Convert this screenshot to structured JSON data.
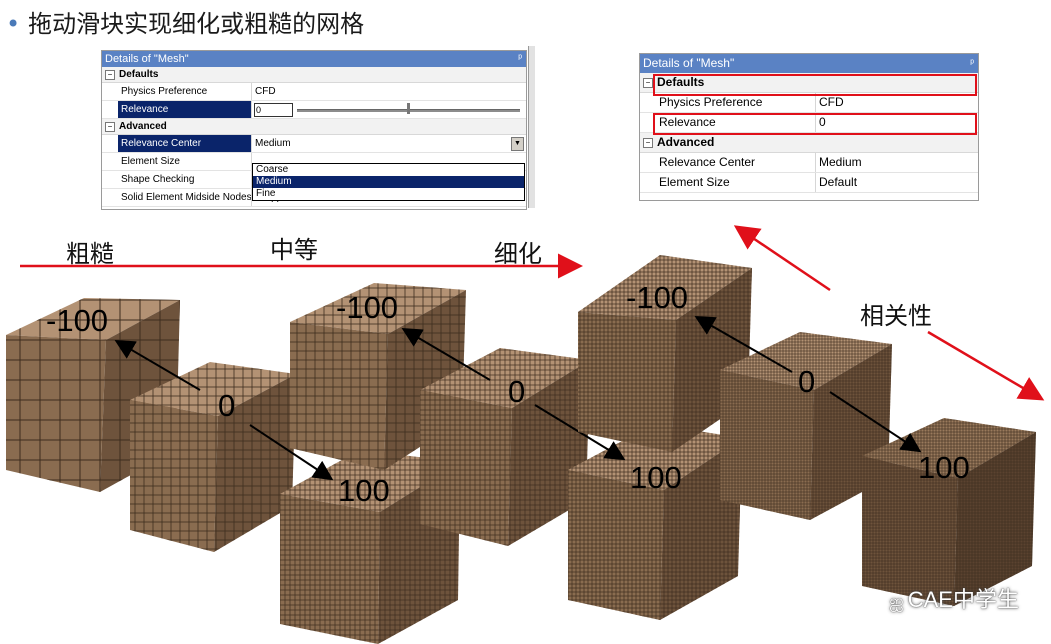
{
  "heading": {
    "bullet": "•",
    "text": "拖动滑块实现细化或粗糙的网格"
  },
  "panel_left": {
    "title": "Details of \"Mesh\"",
    "pin": "ᵖ",
    "groups": {
      "defaults": "Defaults",
      "advanced": "Advanced"
    },
    "rows": {
      "physics_pref": {
        "key": "Physics Preference",
        "value": "CFD"
      },
      "relevance": {
        "key": "Relevance",
        "value": "0"
      },
      "relevance_center": {
        "key": "Relevance Center",
        "value": "Medium"
      },
      "element_size": {
        "key": "Element Size",
        "value": ""
      },
      "shape_checking": {
        "key": "Shape Checking",
        "value": ""
      },
      "solid_midside": {
        "key": "Solid Element Midside Nodes",
        "value": "Dropped"
      }
    },
    "dropdown_options": [
      "Coarse",
      "Medium",
      "Fine"
    ],
    "dropdown_selected": "Medium"
  },
  "panel_right": {
    "title": "Details of \"Mesh\"",
    "pin": "ᵖ",
    "groups": {
      "defaults": "Defaults",
      "advanced": "Advanced"
    },
    "rows": {
      "physics_pref": {
        "key": "Physics Preference",
        "value": "CFD"
      },
      "relevance": {
        "key": "Relevance",
        "value": "0"
      },
      "relevance_center": {
        "key": "Relevance Center",
        "value": "Medium"
      },
      "element_size": {
        "key": "Element Size",
        "value": "Default"
      }
    }
  },
  "labels": {
    "coarse": "粗糙",
    "medium": "中等",
    "fine": "细化",
    "relevance": "相关性"
  },
  "cubes": {
    "coarse": {
      "high": "-100",
      "mid": "0",
      "low": "100"
    },
    "medium": {
      "high": "-100",
      "mid": "0",
      "low": "100"
    },
    "fine": {
      "high": "-100",
      "mid": "0",
      "low": "100"
    }
  },
  "watermark": "CAE中学生",
  "colors": {
    "accent_red": "#e0101a",
    "cube_face": "#8a6a4c",
    "titlebar": "#5a82c4",
    "selection": "#0a246a"
  }
}
